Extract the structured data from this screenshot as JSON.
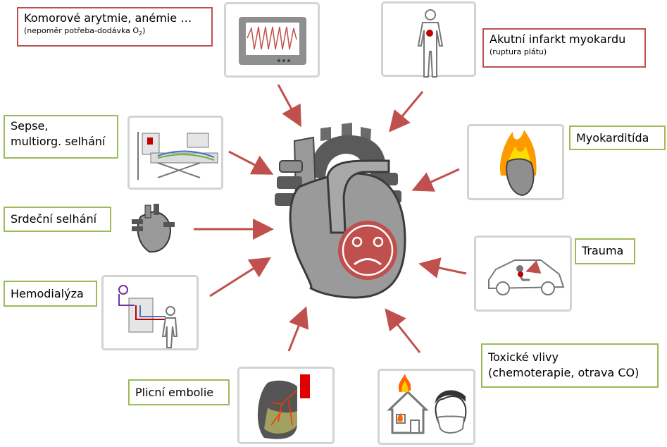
{
  "labels": {
    "arytmie": {
      "title": "Komorové arytmie, anémie …",
      "sub_pre": "(nepoměr potřeba-dodávka O",
      "sub_idx": "2",
      "sub_post": ")"
    },
    "infarkt": {
      "title": "Akutní infarkt myokardu",
      "sub": "(ruptura plátu)"
    },
    "sepse": {
      "line1": "Sepse,",
      "line2": "multiorg. selhání"
    },
    "myokarditida": {
      "title": "Myokarditída"
    },
    "selhani": {
      "title": "Srdeční selhání"
    },
    "trauma": {
      "title": "Trauma"
    },
    "hemodialyza": {
      "title": "Hemodialýza"
    },
    "toxicke": {
      "line1": "Toxické vlivy",
      "line2": "(chemoterapie, otrava CO)"
    },
    "embolie": {
      "title": "Plicní embolie"
    }
  },
  "colors": {
    "red_border": "#c0504d",
    "green_border": "#9bbb59",
    "arrow": "#c0504d",
    "frame": "#d3d3d3",
    "heart_gray": "#9a9a9a",
    "dark_gray": "#555555"
  },
  "icons": [
    "monitor-icon",
    "person-heart-icon",
    "icu-bed-icon",
    "burning-heart-icon",
    "small-heart-icon",
    "car-crash-icon",
    "dialysis-icon",
    "lung-embolism-icon",
    "house-fire-mask-icon",
    "sad-heart-icon"
  ]
}
